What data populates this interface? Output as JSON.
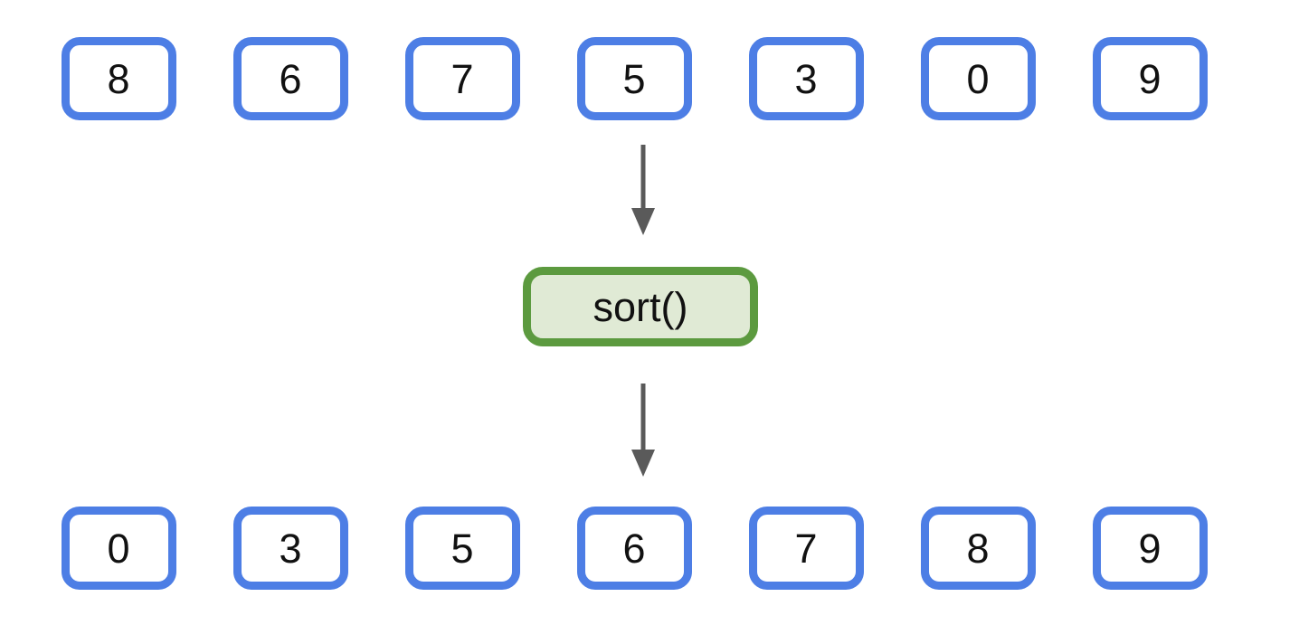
{
  "diagram": {
    "input_row": {
      "values": [
        "8",
        "6",
        "7",
        "5",
        "3",
        "0",
        "9"
      ]
    },
    "function_box": {
      "label": "sort()"
    },
    "output_row": {
      "values": [
        "0",
        "3",
        "5",
        "6",
        "7",
        "8",
        "9"
      ]
    },
    "colors": {
      "background": "#FFFFFF",
      "cell_border": "#4D7EE5",
      "function_border": "#5C9A3F",
      "function_fill": "#E0EAD5",
      "arrow": "#5A5A5A",
      "text": "#111111"
    }
  }
}
